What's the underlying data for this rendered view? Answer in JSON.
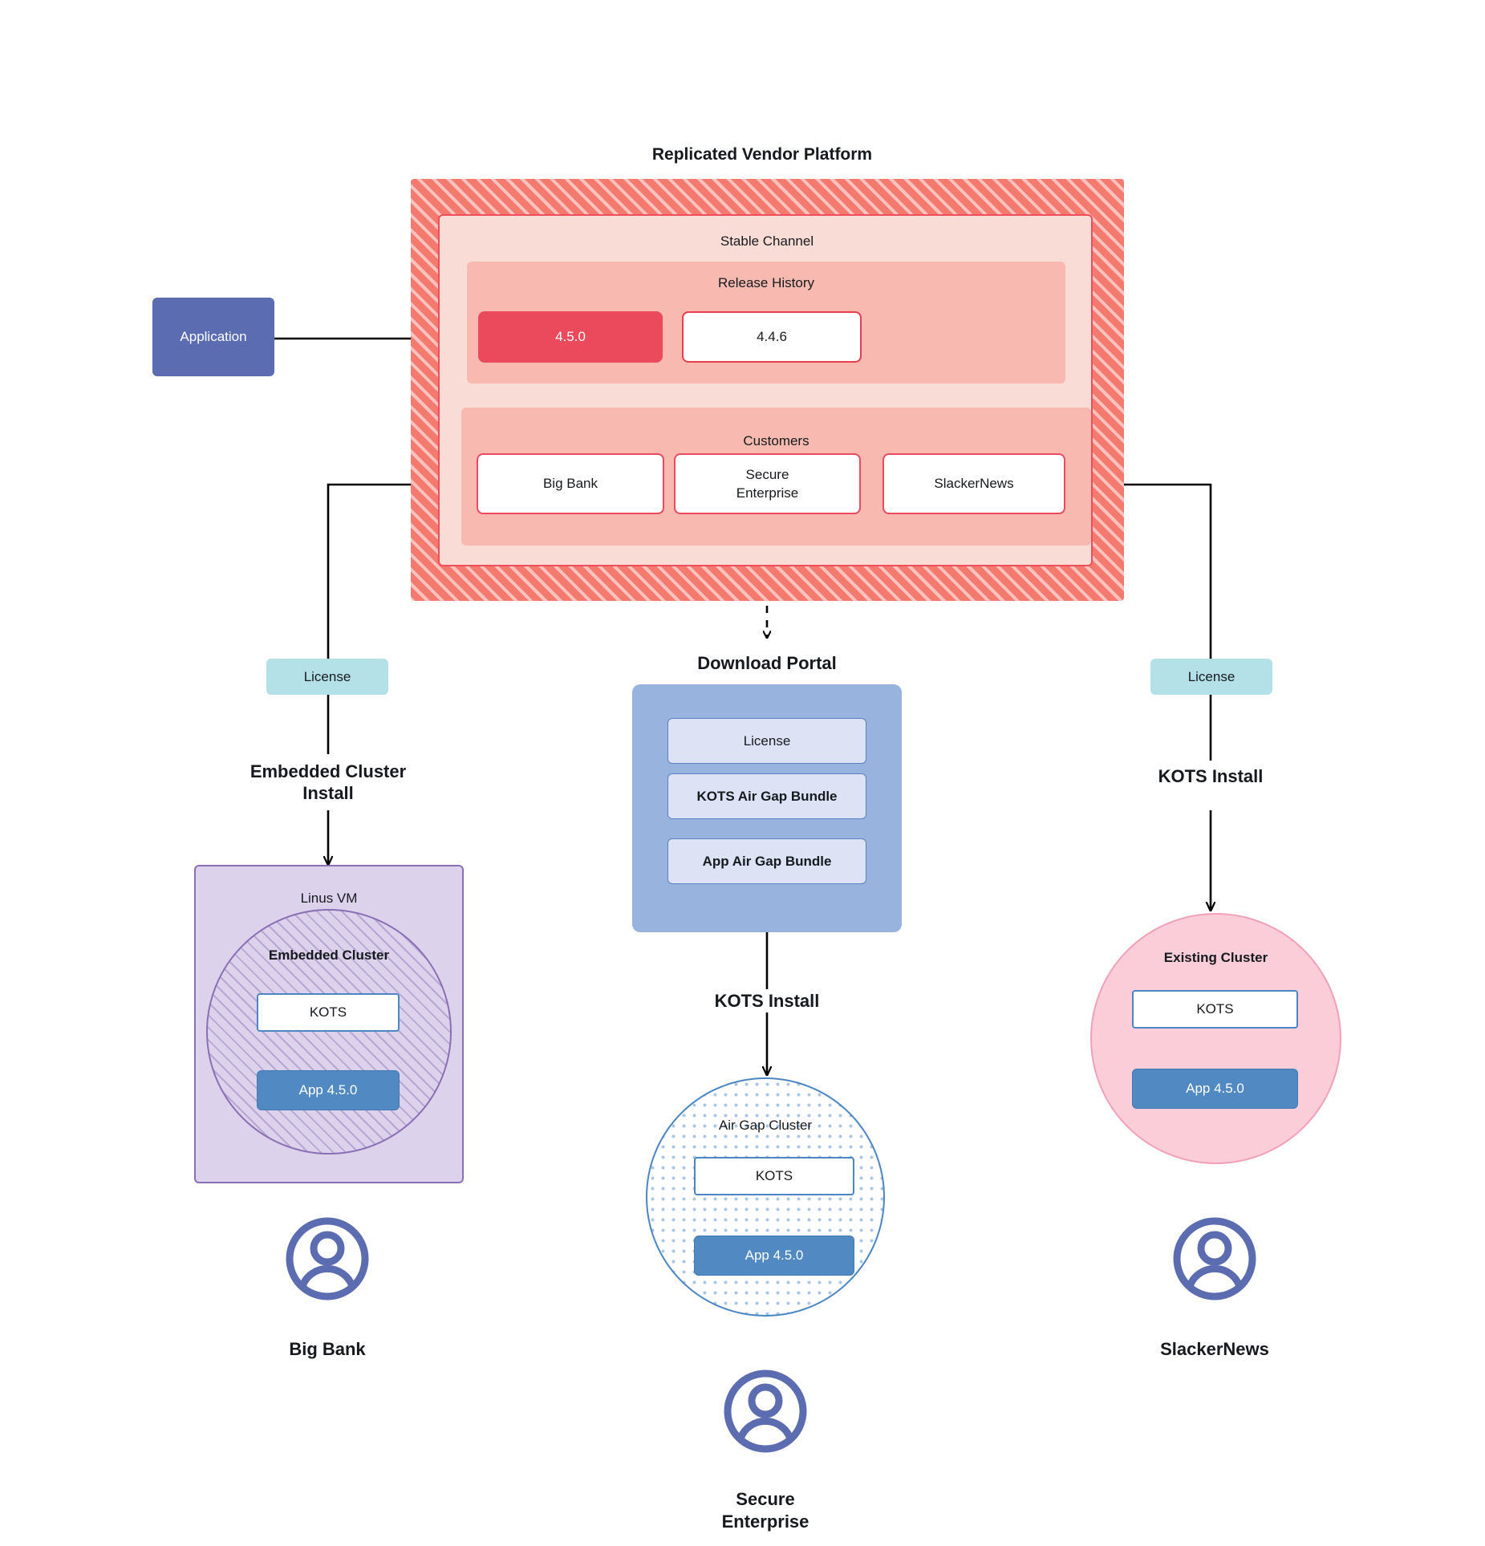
{
  "platform": {
    "title": "Replicated Vendor Platform",
    "channel_label": "Stable Channel",
    "release_history_label": "Release History",
    "releases": [
      {
        "version": "4.5.0",
        "state": "current"
      },
      {
        "version": "4.4.6",
        "state": "previous"
      }
    ],
    "customers_label": "Customers",
    "customers": [
      {
        "name": "Big Bank"
      },
      {
        "name": "Secure\nEnterprise"
      },
      {
        "name": "SlackerNews"
      }
    ]
  },
  "application_node": {
    "label": "Application"
  },
  "download_portal": {
    "title": "Download  Portal",
    "items": [
      {
        "label": "License"
      },
      {
        "label": "KOTS Air Gap Bundle"
      },
      {
        "label": "App Air Gap Bundle"
      }
    ]
  },
  "left_column": {
    "license_label": "License",
    "install_label": "Embedded Cluster\nInstall",
    "vm_label": "Linus VM",
    "cluster_label": "Embedded Cluster",
    "kots_label": "KOTS",
    "app_label": "App 4.5.0",
    "customer_label": "Big Bank",
    "avatar_icon": "user-avatar-icon"
  },
  "center_column": {
    "install_label": "KOTS Install",
    "cluster_label": "Air Gap Cluster",
    "kots_label": "KOTS",
    "app_label": "App 4.5.0",
    "customer_label": "Secure\nEnterprise",
    "avatar_icon": "user-avatar-icon"
  },
  "right_column": {
    "license_label": "License",
    "install_label": "KOTS Install",
    "cluster_label": "Existing Cluster",
    "kots_label": "KOTS",
    "app_label": "App 4.5.0",
    "customer_label": "SlackerNews",
    "avatar_icon": "user-avatar-icon"
  },
  "colors": {
    "platform_hatch": "#f4796e",
    "platform_panel": "#fadcd7",
    "platform_inner": "#f7b9b0",
    "release_current": "#ea4a5c",
    "release_border": "#ea4a5c",
    "application": "#5b6cb0",
    "license": "#b4e1e8",
    "download_portal": "#98b3dd",
    "download_item": "#dde3f4",
    "kots": "#ffffff",
    "kots_border": "#4a86c5",
    "app": "#5189c2",
    "vm": "#ddd2ec",
    "vm_border": "#8a6fb5",
    "existing_cluster": "#fbcdd9",
    "existing_cluster_border": "#f2a0b9",
    "avatar": "#5b6cb0",
    "connector": "#000000"
  }
}
